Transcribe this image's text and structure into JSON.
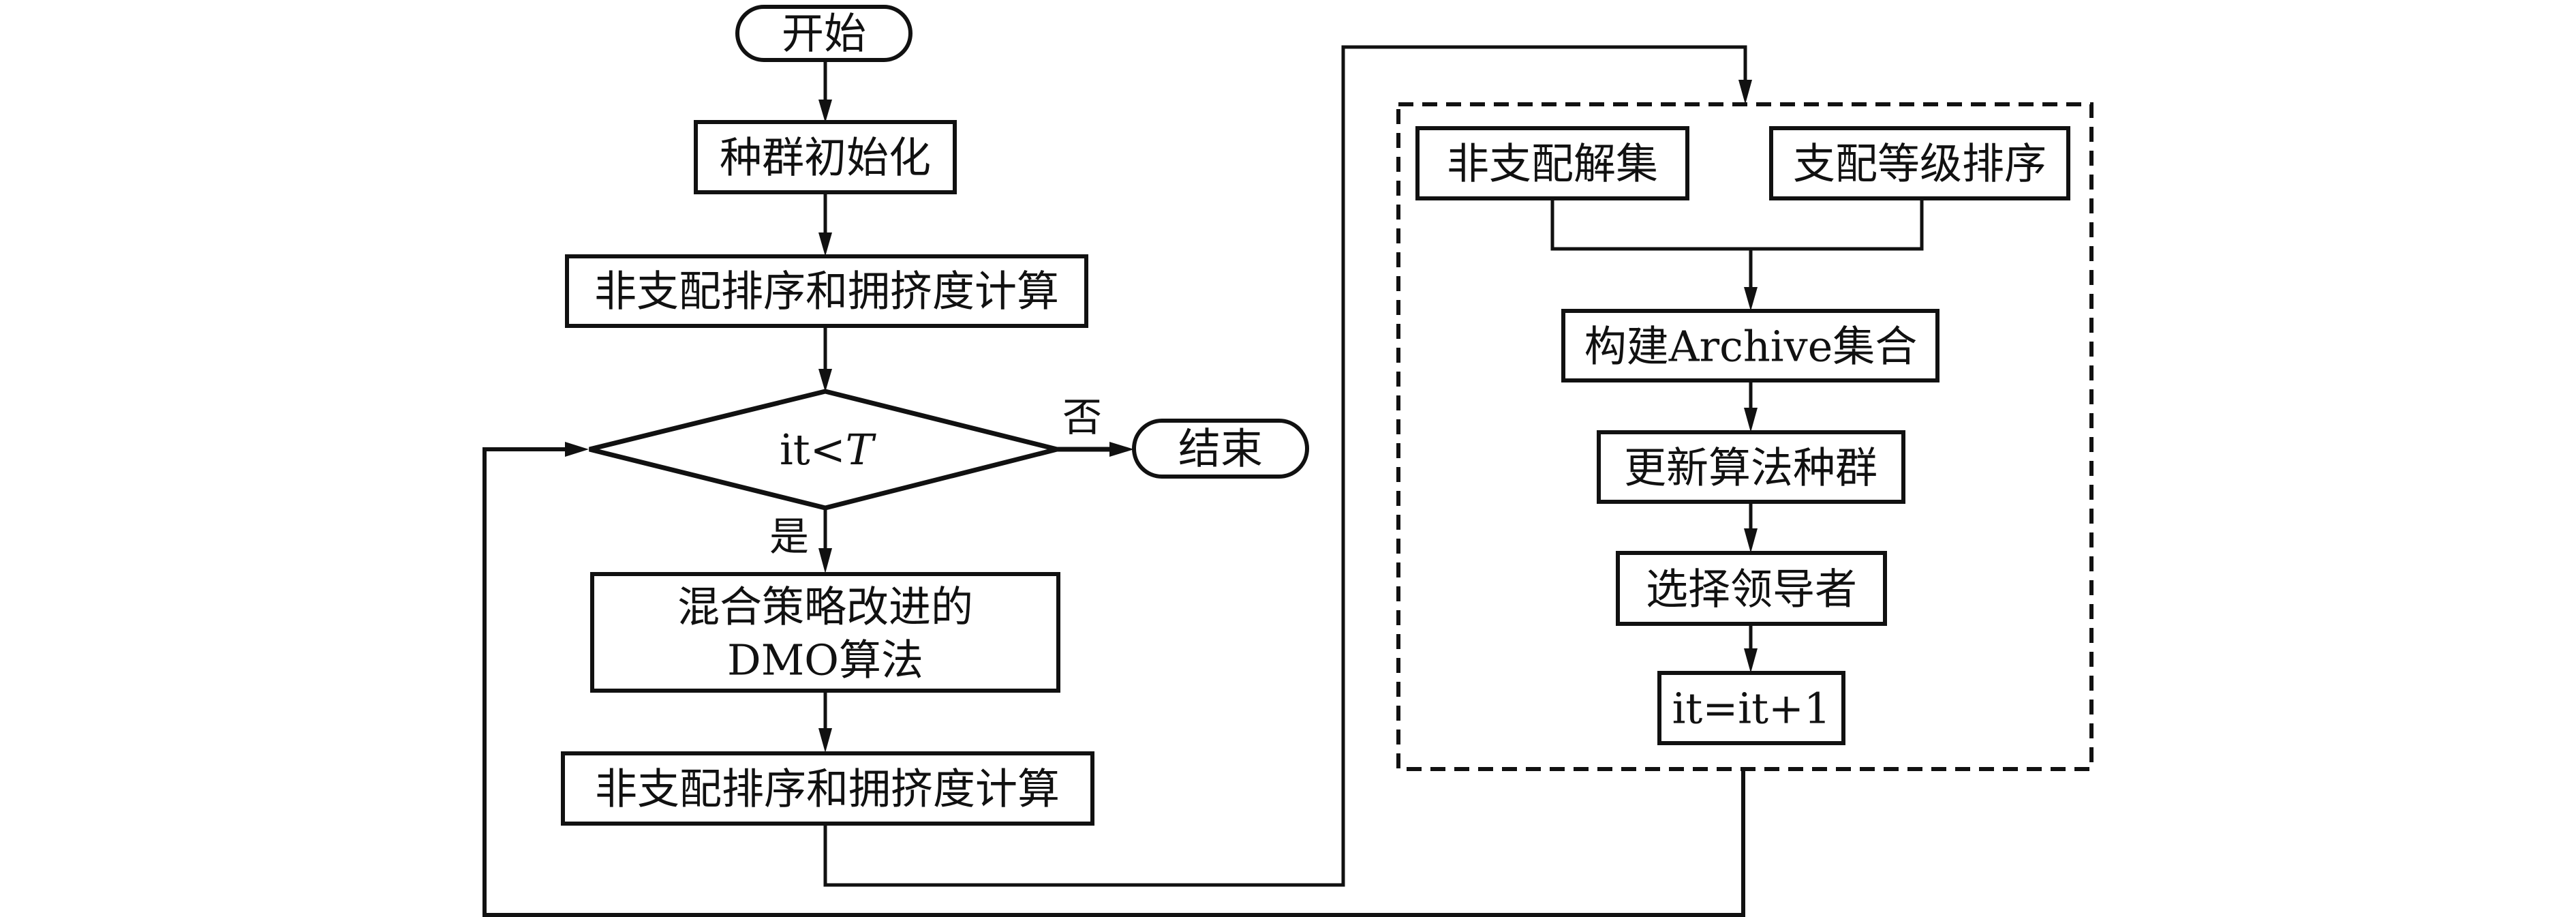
{
  "diagram": {
    "type": "flowchart",
    "colors": {
      "stroke": "#111111",
      "background": "#ffffff"
    },
    "nodes": {
      "start": "开始",
      "init": "种群初始化",
      "sort1": "非支配排序和拥挤度计算",
      "condition_prefix": "it<",
      "condition_var": "T",
      "end": "结束",
      "dmo_line1": "混合策略改进的",
      "dmo_line2": "DMO算法",
      "sort2": "非支配排序和拥挤度计算",
      "nondominated_set": "非支配解集",
      "dominance_rank": "支配等级排序",
      "archive": "构建Archive集合",
      "update": "更新算法种群",
      "leader": "选择领导者",
      "increment": "it=it+1"
    },
    "edge_labels": {
      "no": "否",
      "yes": "是"
    },
    "edges": [
      {
        "from": "start",
        "to": "init"
      },
      {
        "from": "init",
        "to": "sort1"
      },
      {
        "from": "sort1",
        "to": "condition"
      },
      {
        "from": "condition",
        "to": "end",
        "label": "否"
      },
      {
        "from": "condition",
        "to": "dmo",
        "label": "是"
      },
      {
        "from": "dmo",
        "to": "sort2"
      },
      {
        "from": "sort2",
        "to": "archive-group"
      },
      {
        "from": "nondominated_set",
        "to": "archive"
      },
      {
        "from": "dominance_rank",
        "to": "archive"
      },
      {
        "from": "archive",
        "to": "update"
      },
      {
        "from": "update",
        "to": "leader"
      },
      {
        "from": "leader",
        "to": "increment"
      },
      {
        "from": "archive-group",
        "to": "condition"
      }
    ]
  }
}
